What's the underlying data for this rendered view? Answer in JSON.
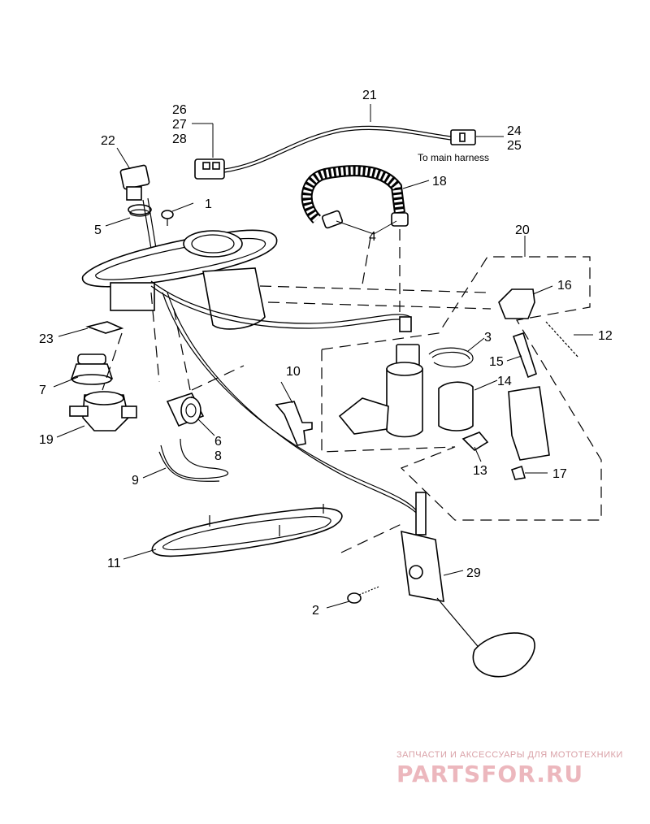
{
  "callouts": {
    "c1": "1",
    "c2": "2",
    "c3": "3",
    "c4": "4",
    "c5": "5",
    "c6": "6",
    "c7": "7",
    "c8": "8",
    "c9": "9",
    "c10": "10",
    "c11": "11",
    "c12": "12",
    "c13": "13",
    "c14": "14",
    "c15": "15",
    "c16": "16",
    "c17": "17",
    "c18": "18",
    "c19": "19",
    "c20": "20",
    "c21": "21",
    "c22": "22",
    "c23": "23",
    "c24": "24",
    "c25": "25",
    "c26": "26",
    "c27": "27",
    "c28": "28",
    "c29": "29"
  },
  "note_main_harness": "To main harness",
  "watermark": {
    "tagline": "ЗАПЧАСТИ И АКСЕССУАРЫ ДЛЯ МОТОТЕХНИКИ",
    "brand": "PARTSFOR.RU"
  }
}
